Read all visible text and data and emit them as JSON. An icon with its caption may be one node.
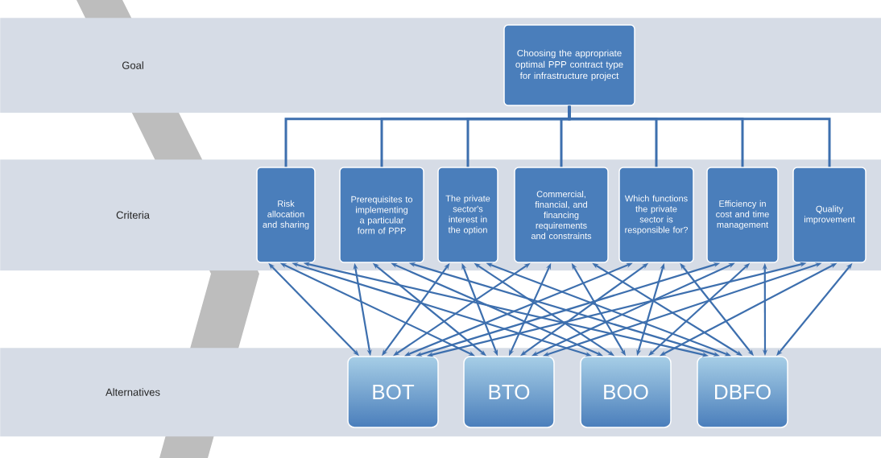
{
  "diagram": {
    "nodes": [
      {
        "text": [
          "Goal"
        ]
      },
      {
        "text": [
          "Choosing the appropriate optimal PPP contract type for infrastructure project"
        ],
        "in": 0
      },
      {
        "text": [
          "Criteria"
        ]
      },
      {
        "text": [
          "Risk allocation and sharing"
        ],
        "in": 2
      },
      {
        "text": [
          "Prerequisites to implementing a particular form of PPP"
        ],
        "in": 2
      },
      {
        "text": [
          "The private sector's interest in the option"
        ],
        "in": 2
      },
      {
        "text": [
          "Commercial, financial, and financing requirements and constraints"
        ],
        "in": 2
      },
      {
        "text": [
          "Which functions the private sector is responsible for?"
        ],
        "in": 2
      },
      {
        "text": [
          "Efficiency in cost and time management"
        ],
        "in": 2
      },
      {
        "text": [
          "Quality improvement"
        ],
        "in": 2
      },
      {
        "text": [
          "Alternatives"
        ]
      },
      {
        "text": [
          "BOT"
        ],
        "in": 10
      },
      {
        "text": [
          "BTO"
        ],
        "in": 10
      },
      {
        "text": [
          "BOO"
        ],
        "in": 10
      },
      {
        "text": [
          "DBFO"
        ],
        "in": 10
      }
    ],
    "edges": [
      {
        "from": 1,
        "to": 3,
        "arrow": "none"
      },
      {
        "from": 1,
        "to": 4,
        "arrow": "none"
      },
      {
        "from": 1,
        "to": 5,
        "arrow": "none"
      },
      {
        "from": 1,
        "to": 6,
        "arrow": "none"
      },
      {
        "from": 1,
        "to": 7,
        "arrow": "none"
      },
      {
        "from": 1,
        "to": 8,
        "arrow": "none"
      },
      {
        "from": 1,
        "to": 9,
        "arrow": "none"
      },
      {
        "from": 3,
        "to": 11,
        "arrow": "both"
      },
      {
        "from": 3,
        "to": 12,
        "arrow": "both"
      },
      {
        "from": 3,
        "to": 13,
        "arrow": "both"
      },
      {
        "from": 3,
        "to": 14,
        "arrow": "both"
      },
      {
        "from": 4,
        "to": 11,
        "arrow": "both"
      },
      {
        "from": 4,
        "to": 12,
        "arrow": "both"
      },
      {
        "from": 4,
        "to": 13,
        "arrow": "both"
      },
      {
        "from": 4,
        "to": 14,
        "arrow": "both"
      },
      {
        "from": 5,
        "to": 11,
        "arrow": "both"
      },
      {
        "from": 5,
        "to": 12,
        "arrow": "both"
      },
      {
        "from": 5,
        "to": 13,
        "arrow": "both"
      },
      {
        "from": 5,
        "to": 14,
        "arrow": "both"
      },
      {
        "from": 6,
        "to": 11,
        "arrow": "both"
      },
      {
        "from": 6,
        "to": 12,
        "arrow": "both"
      },
      {
        "from": 6,
        "to": 13,
        "arrow": "both"
      },
      {
        "from": 6,
        "to": 14,
        "arrow": "both"
      },
      {
        "from": 7,
        "to": 11,
        "arrow": "both"
      },
      {
        "from": 7,
        "to": 12,
        "arrow": "both"
      },
      {
        "from": 7,
        "to": 13,
        "arrow": "both"
      },
      {
        "from": 7,
        "to": 14,
        "arrow": "both"
      },
      {
        "from": 8,
        "to": 11,
        "arrow": "both"
      },
      {
        "from": 8,
        "to": 12,
        "arrow": "both"
      },
      {
        "from": 8,
        "to": 13,
        "arrow": "both"
      },
      {
        "from": 8,
        "to": 14,
        "arrow": "both"
      },
      {
        "from": 9,
        "to": 11,
        "arrow": "both"
      },
      {
        "from": 9,
        "to": 12,
        "arrow": "both"
      },
      {
        "from": 9,
        "to": 13,
        "arrow": "both"
      },
      {
        "from": 9,
        "to": 14,
        "arrow": "both"
      }
    ]
  }
}
